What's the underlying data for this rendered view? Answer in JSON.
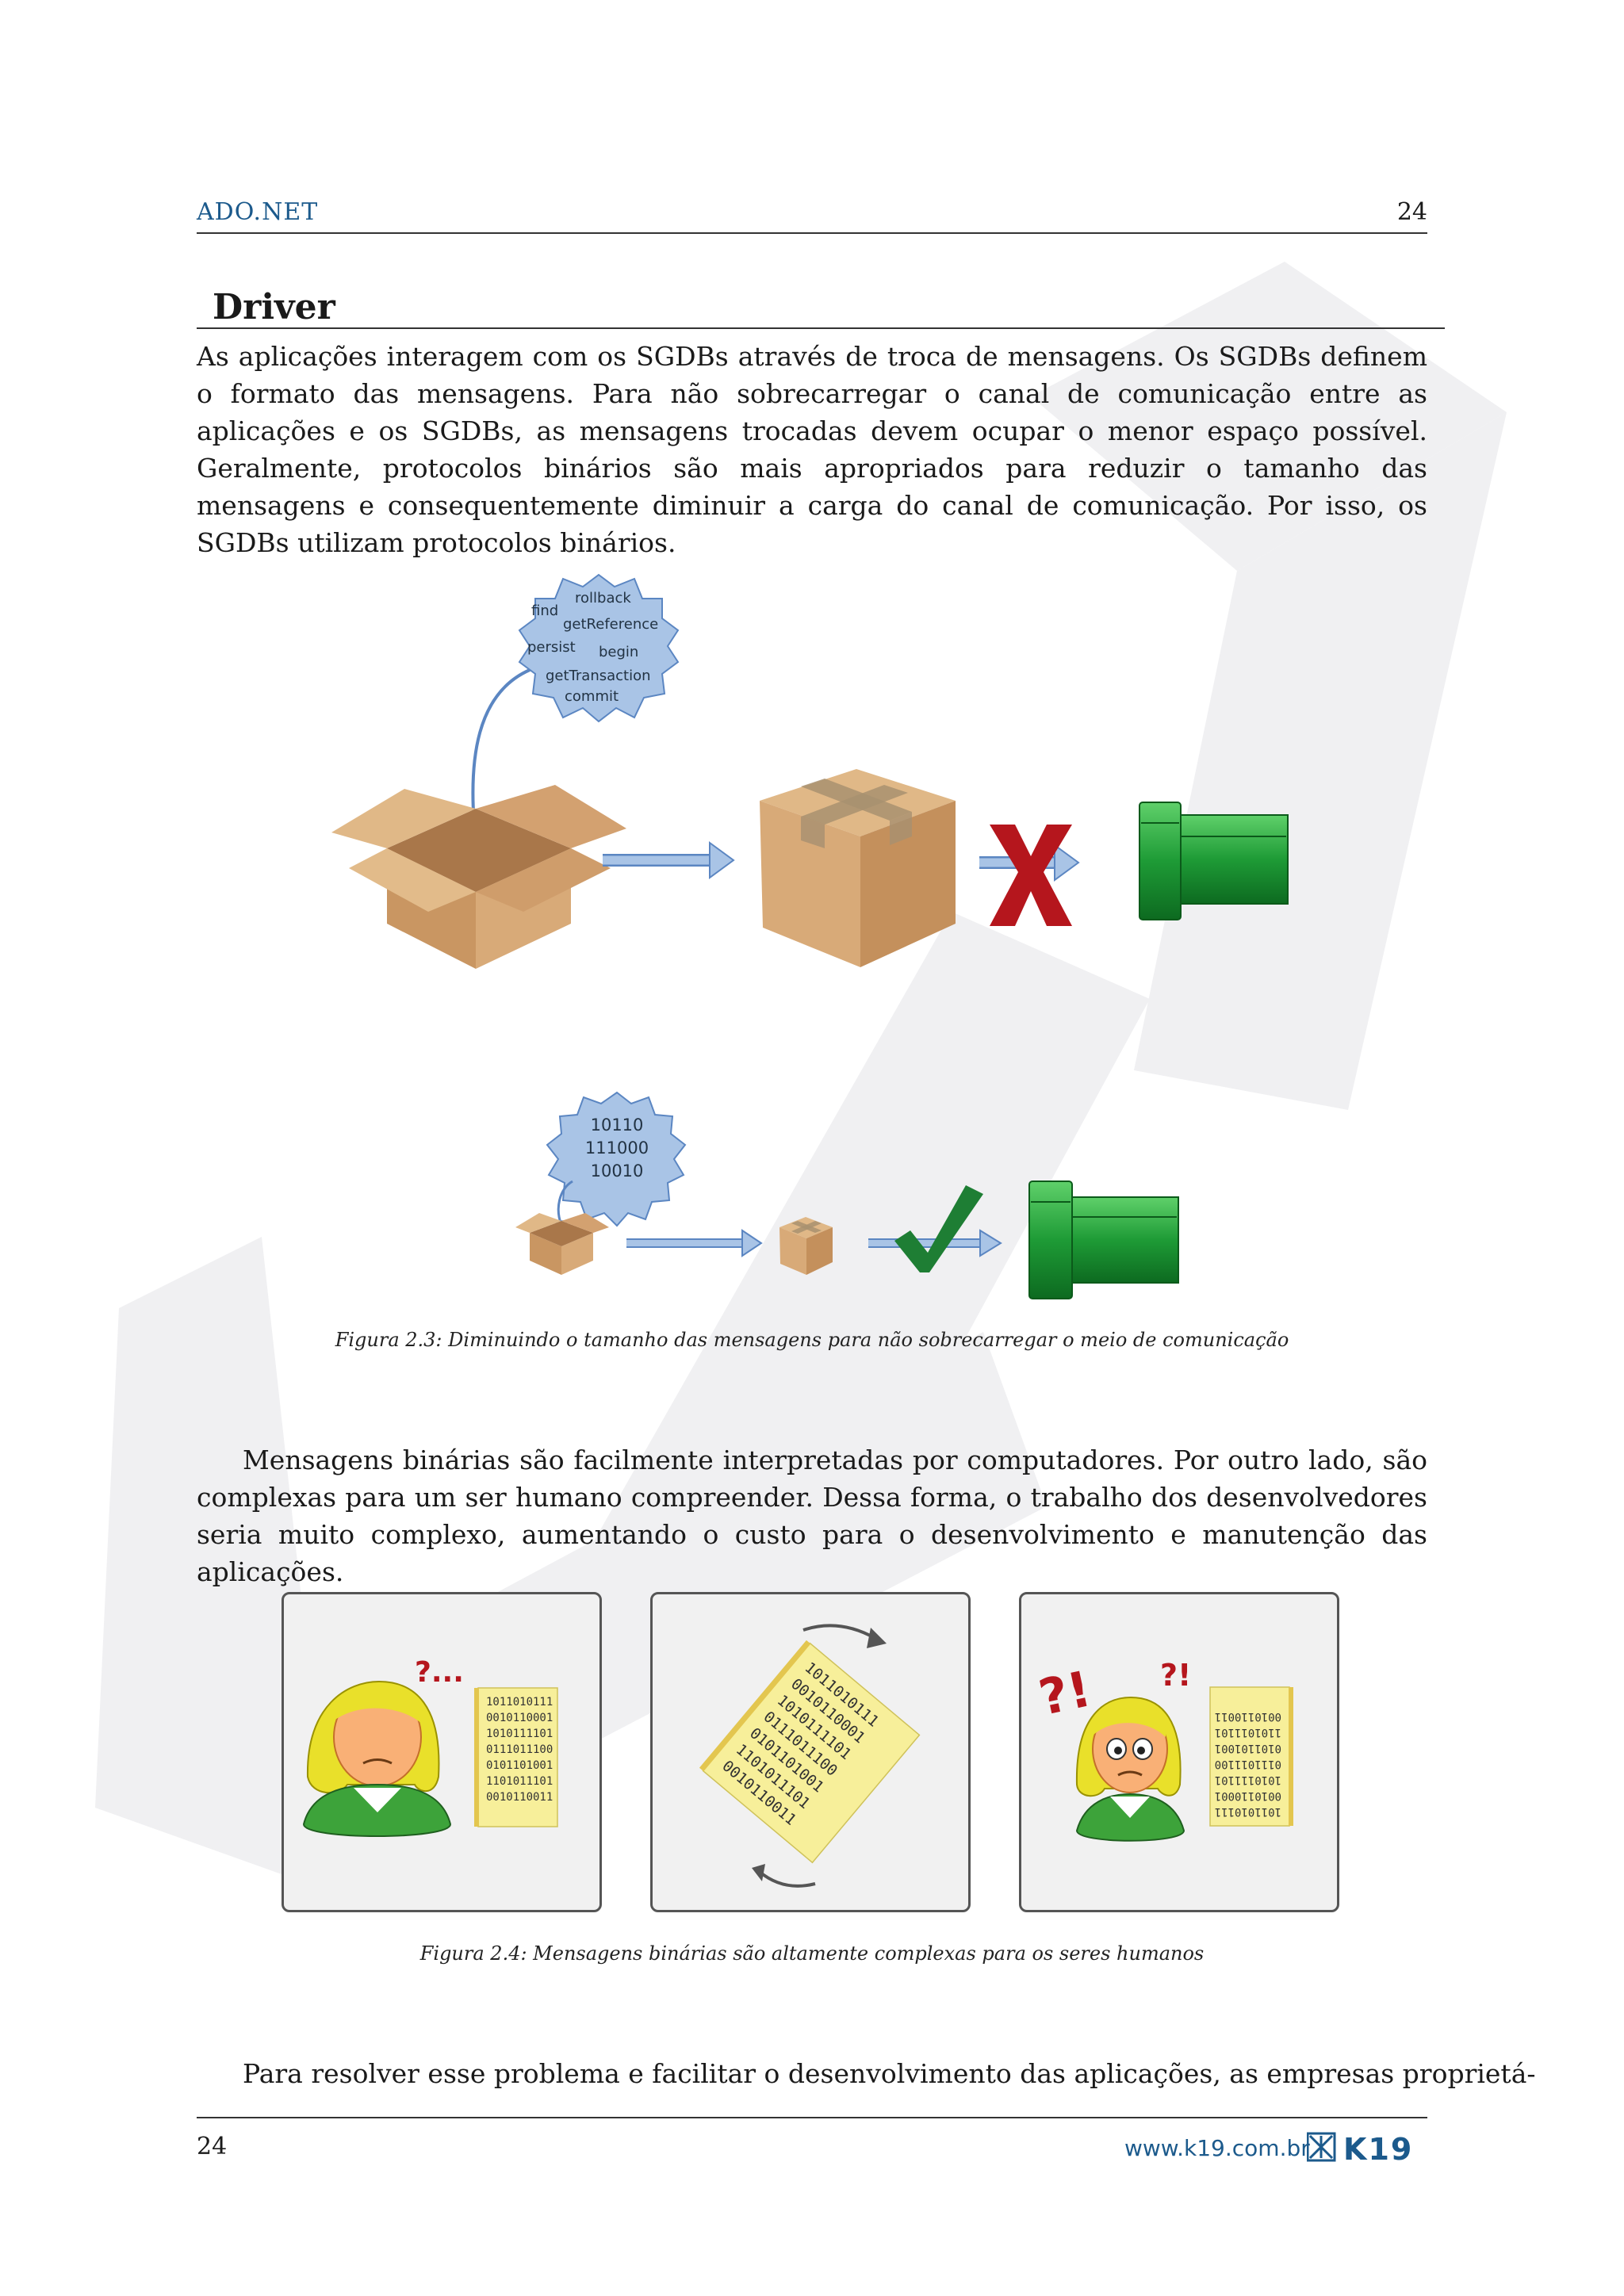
{
  "header": {
    "chapter": "ADO.NET",
    "page_number": "24"
  },
  "section": {
    "title": "Driver"
  },
  "paragraphs": {
    "p1": "As aplicações interagem com os SGDBs através de troca de mensagens. Os SGDBs definem o formato das mensagens. Para não sobrecarregar o canal de comunicação entre as aplicações e os SGDBs, as mensagens trocadas devem ocupar o menor espaço possível. Geralmente, protocolos binários são mais apropriados para reduzir o tamanho das mensagens e consequentemente diminuir a carga do canal de comunicação. Por isso, os SGDBs utilizam protocolos binários.",
    "p2": "Mensagens binárias são facilmente interpretadas por computadores. Por outro lado, são complexas para um ser humano compreender. Dessa forma, o trabalho dos desenvolvedores seria muito complexo, aumentando o custo para o desenvolvimento e manutenção das aplicações.",
    "p3": "Para resolver esse problema e facilitar o desenvolvimento das aplicações, as empresas proprietá-"
  },
  "figure_2_3": {
    "caption": "Figura 2.3: Diminuindo o tamanho das mensagens para não sobrecarregar o meio de comunicação",
    "text_bubble_words": [
      "rollback",
      "find",
      "getReference",
      "persist",
      "begin",
      "getTransaction",
      "commit"
    ],
    "binary_bubble_lines": [
      "10110",
      "111000",
      "10010"
    ]
  },
  "figure_2_4": {
    "caption": "Figura 2.4: Mensagens binárias são altamente complexas para os seres humanos",
    "binary_lines": [
      "1011010111",
      "0010110001",
      "1010111101",
      "0111011100",
      "0101101001",
      "1101011101",
      "0010110011"
    ],
    "question_mark_small": "?...",
    "exclaim_large": "?!",
    "exclaim_small": "?!"
  },
  "footer": {
    "page_number": "24",
    "website": "www.k19.com.br",
    "logo_text": "K19"
  },
  "colors": {
    "header_blue": "#1c5a8c",
    "bubble_blue": "#a9c4e6",
    "arrow_blue": "#8fb3e0",
    "box_tan": "#d4a373",
    "green": "#1e9b36",
    "red_x": "#b5161d"
  }
}
